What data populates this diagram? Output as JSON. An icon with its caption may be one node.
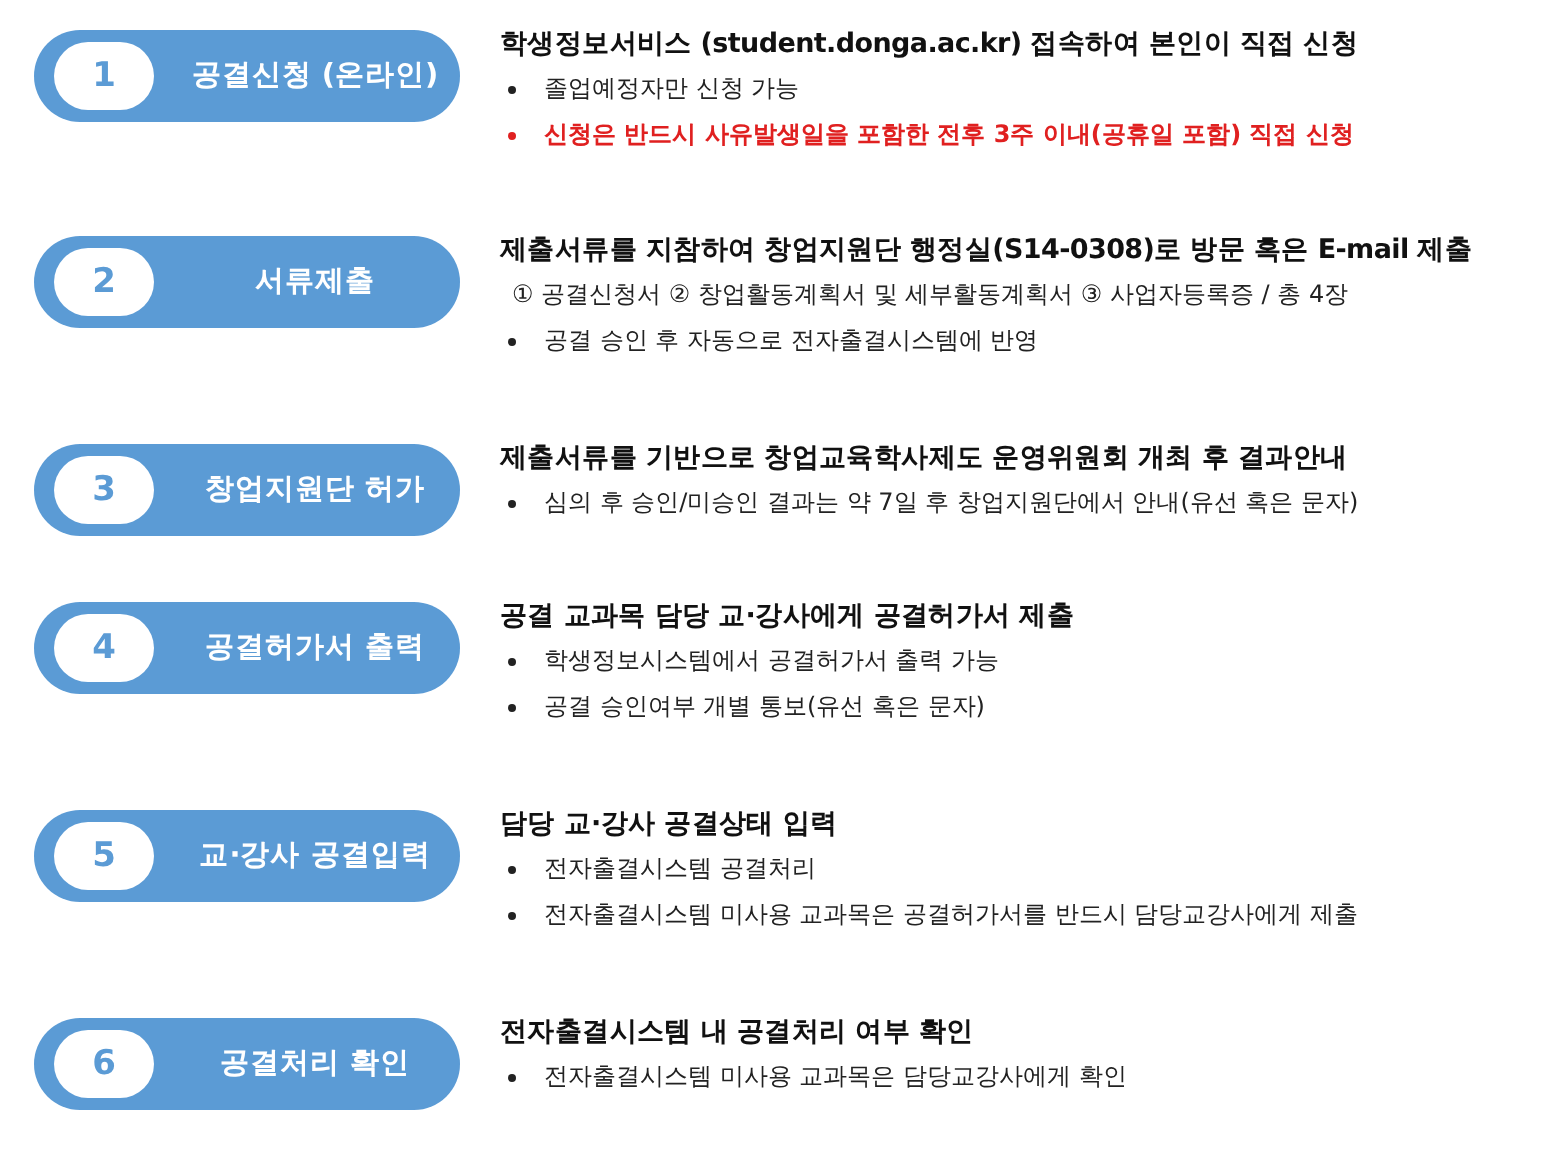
{
  "diagram": {
    "nodes": [
      {
        "text": [
          "공결신청 (온라인)"
        ],
        "beside": [
          "학생정보서비스 (student.donga.ac.kr) 접속하여 본인이 직접 신청",
          "졸업예정자만 신청 가능",
          "신청은 반드시 사유발생일을 포함한 전후 3주 이내(공휴일 포함) 직접 신청"
        ]
      },
      {
        "text": [
          "1"
        ],
        "in": 0
      },
      {
        "text": [
          "서류제출"
        ],
        "beside": [
          "제출서류를 지참하여 창업지원단 행정실(S14-0308)로 방문 혹은 E-mail 제출",
          "① 공결신청서 ② 창업활동계획서 및 세부활동계획서 ③ 사업자등록증 / 총 4장",
          "공결 승인 후 자동으로 전자출결시스템에 반영"
        ]
      },
      {
        "text": [
          "2"
        ],
        "in": 2
      },
      {
        "text": [
          "창업지원단 허가"
        ],
        "beside": [
          "제출서류를 기반으로 창업교육학사제도 운영위원회 개최 후 결과안내",
          "심의 후 승인/미승인 결과는 약 7일 후 창업지원단에서 안내(유선 혹은 문자)"
        ]
      },
      {
        "text": [
          "3"
        ],
        "in": 4
      },
      {
        "text": [
          "공결허가서 출력"
        ],
        "beside": [
          "공결 교과목 담당 교·강사에게 공결허가서 제출",
          "학생정보시스템에서 공결허가서 출력 가능",
          "공결 승인여부 개별 통보(유선 혹은 문자)"
        ]
      },
      {
        "text": [
          "4"
        ],
        "in": 6
      },
      {
        "text": [
          "교·강사 공결입력"
        ],
        "beside": [
          "담당 교·강사 공결상태 입력",
          "전자출결시스템 공결처리",
          "전자출결시스템 미사용 교과목은 공결허가서를 반드시 담당교강사에게 제출"
        ]
      },
      {
        "text": [
          "5"
        ],
        "in": 8
      },
      {
        "text": [
          "공결처리 확인"
        ],
        "beside": [
          "전자출결시스템 내 공결처리 여부 확인",
          "전자출결시스템 미사용 교과목은 담당교강사에게 확인"
        ]
      },
      {
        "text": [
          "6"
        ],
        "in": 10
      }
    ]
  }
}
